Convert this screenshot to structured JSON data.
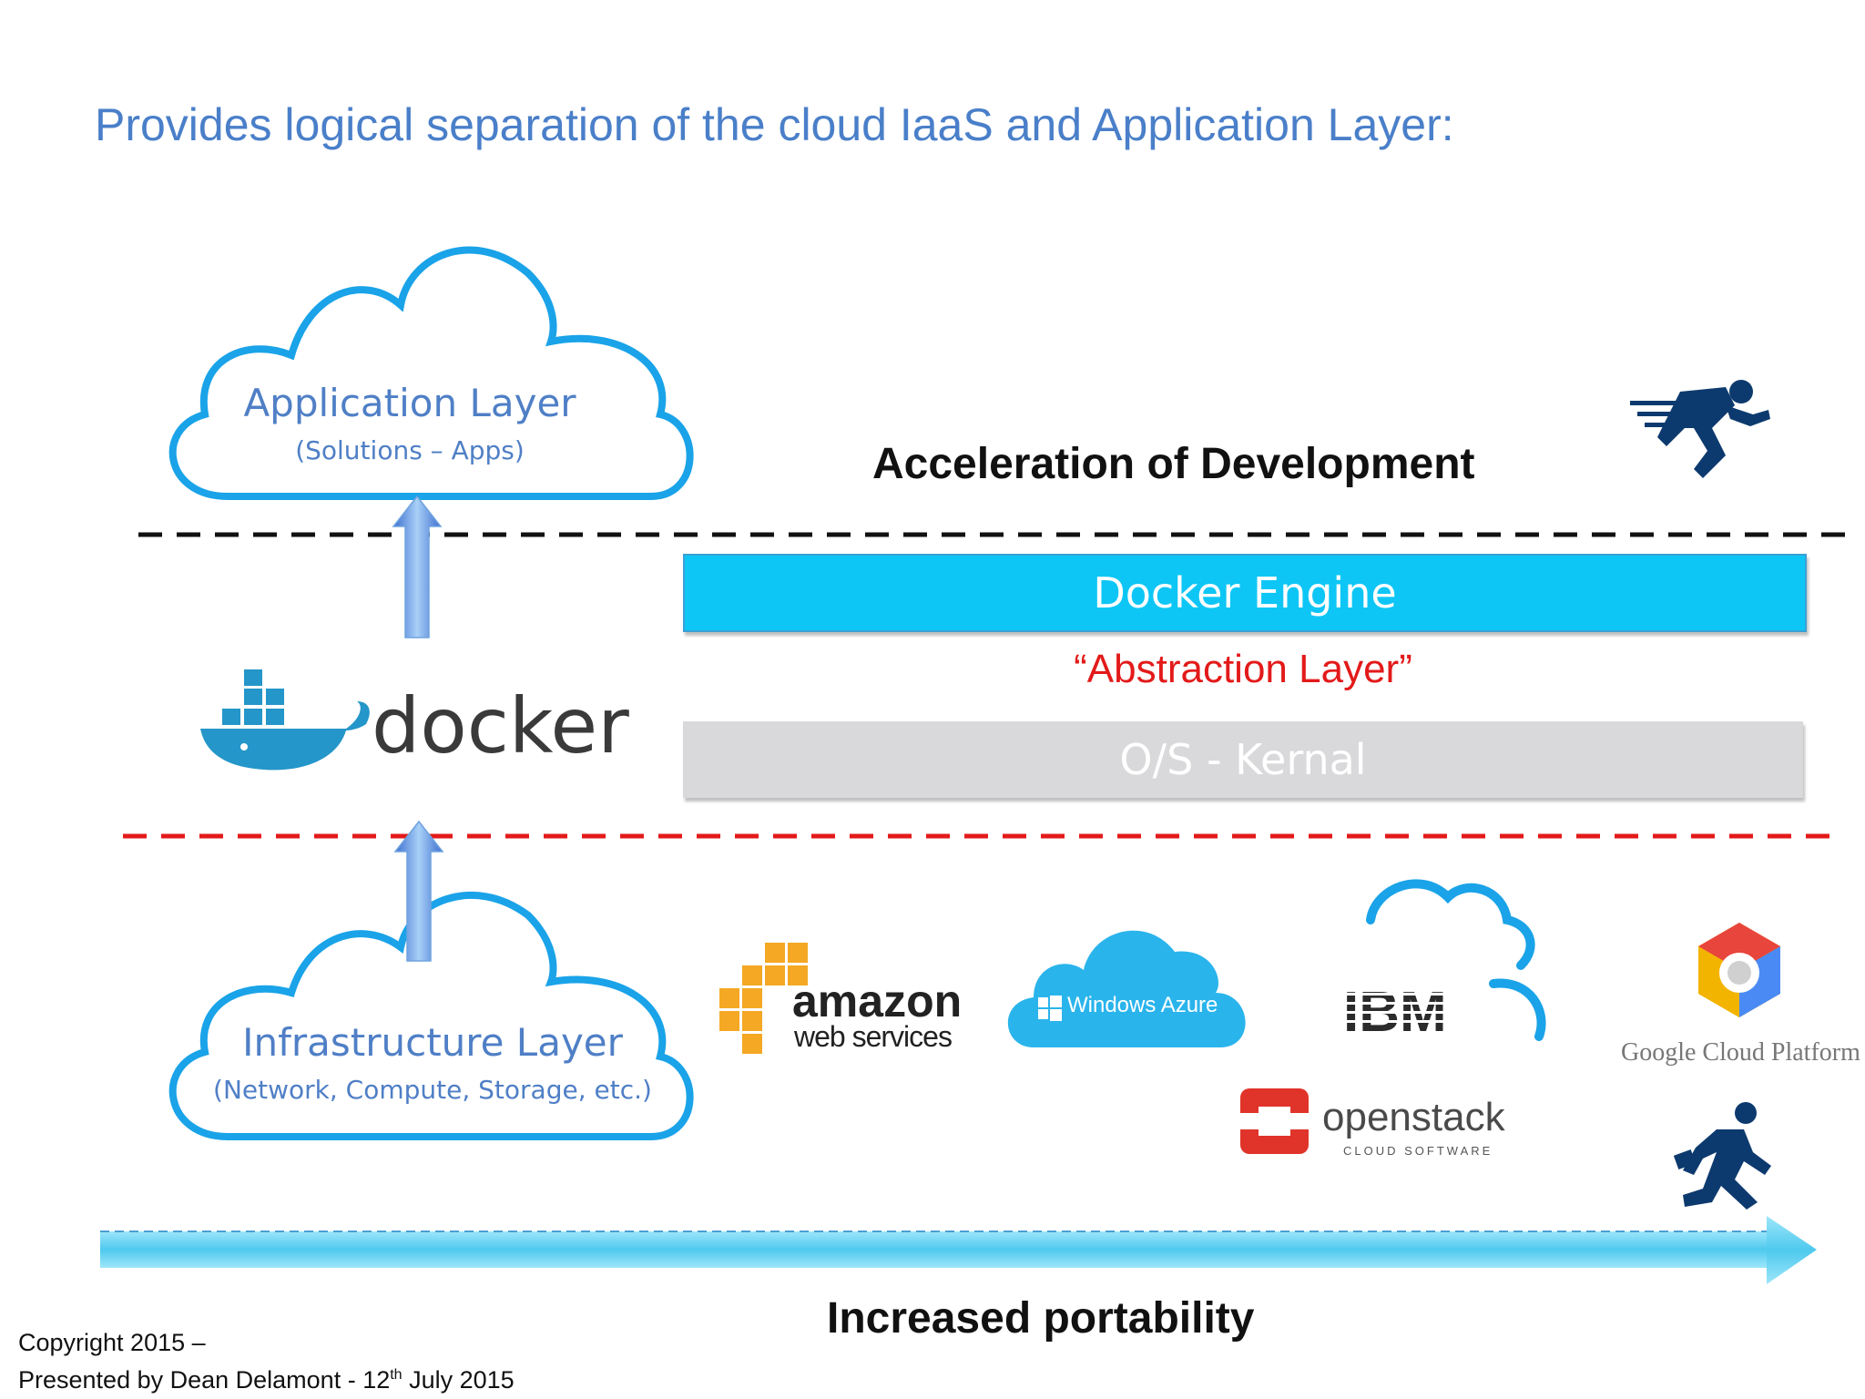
{
  "title": "Provides logical separation of the cloud IaaS and Application Layer:",
  "app_cloud": {
    "title": "Application Layer",
    "subtitle": "(Solutions – Apps)"
  },
  "infra_cloud": {
    "title": "Infrastructure Layer",
    "subtitle": "(Network, Compute, Storage, etc.)"
  },
  "acceleration_label": "Acceleration of Development",
  "docker_engine_label": "Docker Engine",
  "abstraction_label": "“Abstraction Layer”",
  "os_kernel_label": "O/S - Kernal",
  "docker_logo_text": "docker",
  "portability_label": "Increased portability",
  "providers": {
    "aws_top": "amazon",
    "aws_bottom": "web services",
    "azure": "Windows Azure",
    "ibm": "IBM",
    "openstack": "openstack",
    "openstack_sub": "CLOUD SOFTWARE",
    "google": "Google Cloud Platform"
  },
  "copyright": {
    "line1": "Copyright 2015 –",
    "line2_prefix": "Presented by Dean Delamont - 12",
    "line2_sup": "th",
    "line2_suffix": " July 2015"
  },
  "colors": {
    "title": "#4a7fc9",
    "cloud_outline": "#1aa3e8",
    "docker_engine": "#0ec6f5",
    "os_kernel": "#d9d9db",
    "abstraction": "#e31a1a",
    "red_divider": "#e31a1a",
    "black_divider": "#111111",
    "portability_arrow": "#5fcdee",
    "runner_icon": "#0d3a6e"
  },
  "icons": [
    "runner-fast-icon",
    "runner-walk-icon",
    "up-arrow-icon",
    "docker-whale-icon"
  ]
}
